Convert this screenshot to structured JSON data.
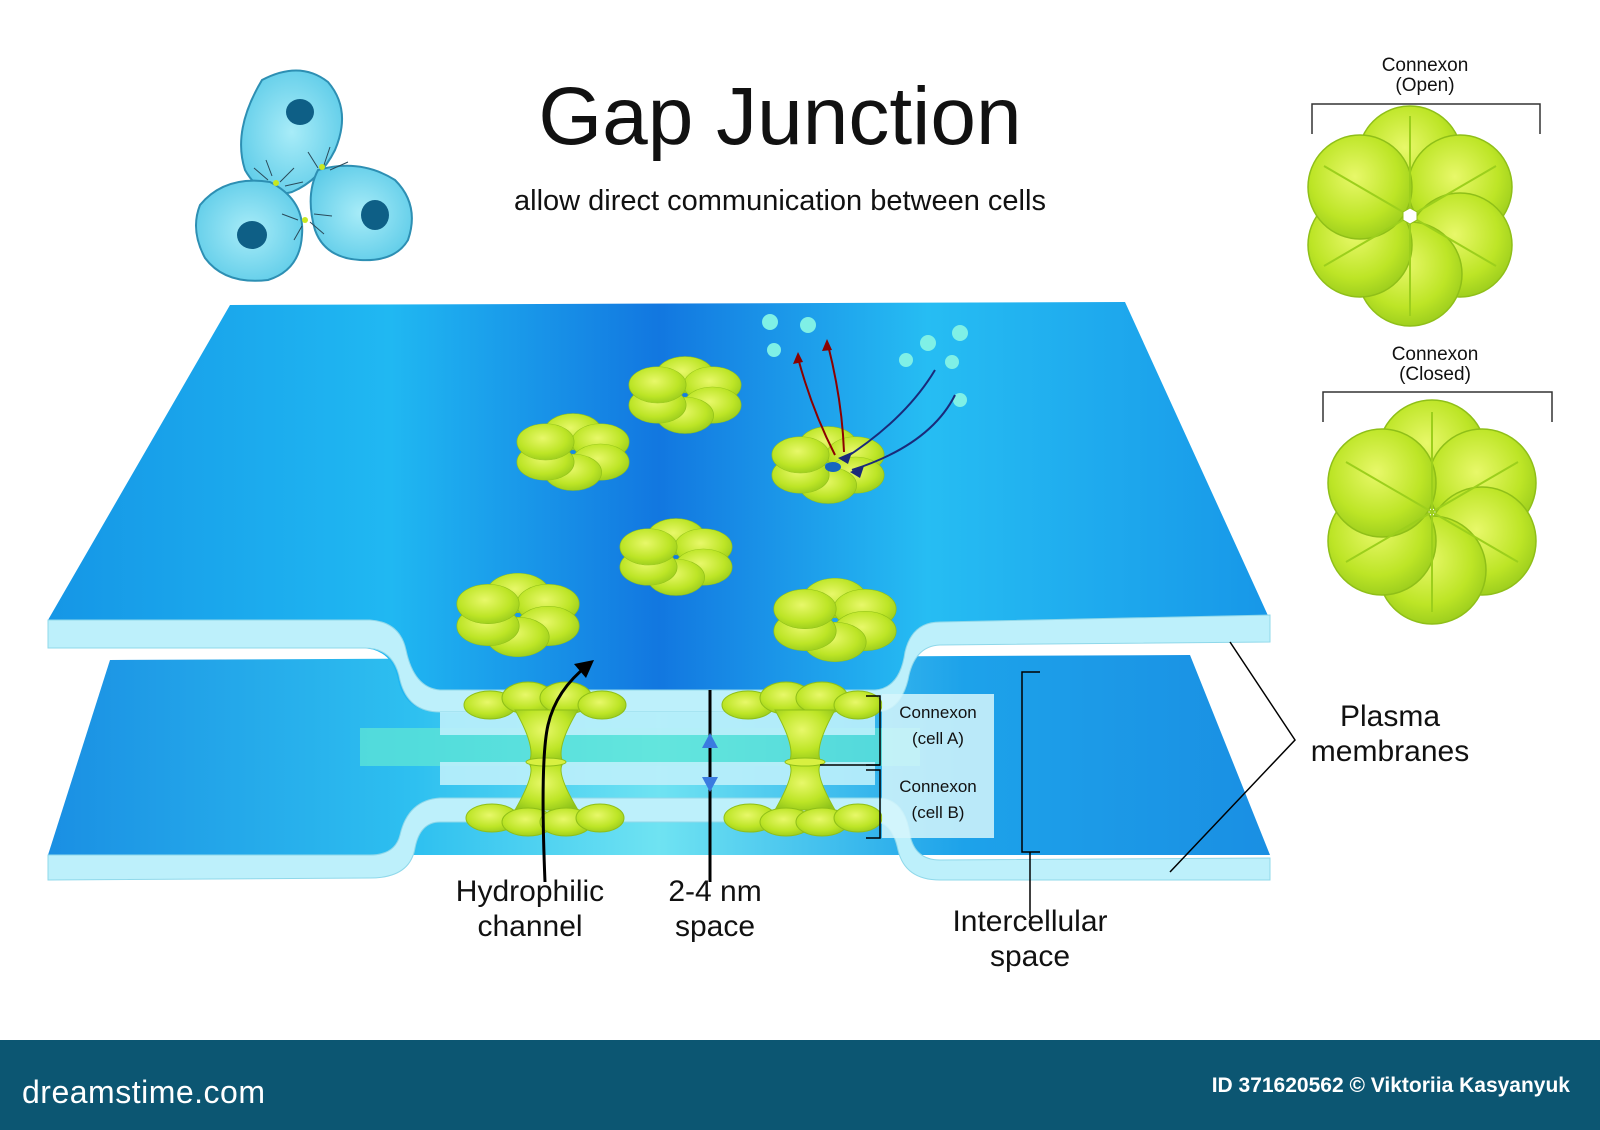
{
  "title": "Gap Junction",
  "subtitle": "allow direct communication between cells",
  "top_right": {
    "open_label_1": "Connexon",
    "open_label_2": "(Open)",
    "closed_label_1": "Connexon",
    "closed_label_2": "(Closed)"
  },
  "labels": {
    "connexon_a_1": "Connexon",
    "connexon_a_2": "(cell A)",
    "connexon_b_1": "Connexon",
    "connexon_b_2": "(cell B)",
    "plasma_1": "Plasma",
    "plasma_2": "membranes",
    "hydrophilic_1": "Hydrophilic",
    "hydrophilic_2": "channel",
    "space_1": "2-4 nm",
    "space_2": "space",
    "intercellular_1": "Intercellular",
    "intercellular_2": "space"
  },
  "footer": {
    "brand": "dreamstime.com",
    "credit": "ID 371620562 © Viktoriia  Kasyanyuk"
  },
  "colors": {
    "membrane_blue": "#1aa3ee",
    "membrane_edge": "#bdf0fb",
    "connexon_green": "#b5e51e",
    "cell_fill": "#7fd8ef",
    "nucleus": "#0e5f86",
    "footer_bg": "#0c5672"
  }
}
